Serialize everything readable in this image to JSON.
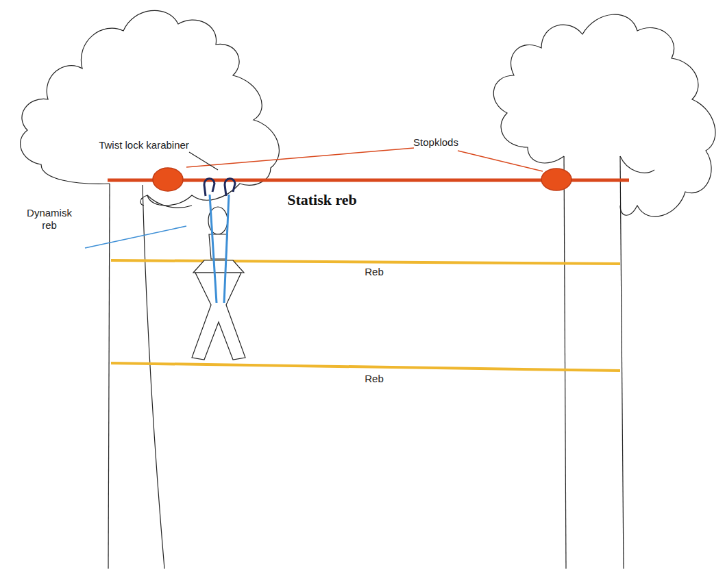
{
  "diagram": {
    "labels": [
      "Twist lock karabiner",
      "Stopklods",
      "Statisk reb",
      "Dynamisk reb",
      "Reb",
      "Reb"
    ]
  }
}
